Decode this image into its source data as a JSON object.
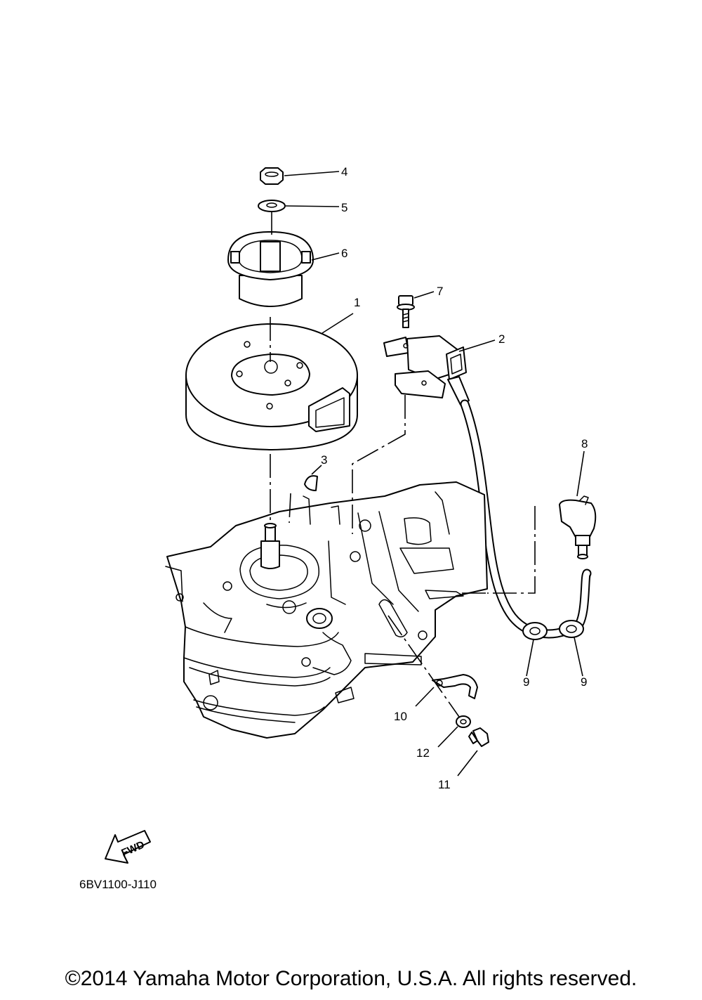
{
  "callouts": [
    {
      "label": "1"
    },
    {
      "label": "2"
    },
    {
      "label": "3"
    },
    {
      "label": "4"
    },
    {
      "label": "5"
    },
    {
      "label": "6"
    },
    {
      "label": "7"
    },
    {
      "label": "8"
    },
    {
      "label": "9"
    },
    {
      "label": "9"
    },
    {
      "label": "10"
    },
    {
      "label": "11"
    },
    {
      "label": "12"
    }
  ],
  "fwd_arrow": {
    "label": "FWD"
  },
  "diagram_code": "6BV1100-J110",
  "copyright": "©2014 Yamaha Motor Corporation, U.S.A. All rights reserved."
}
